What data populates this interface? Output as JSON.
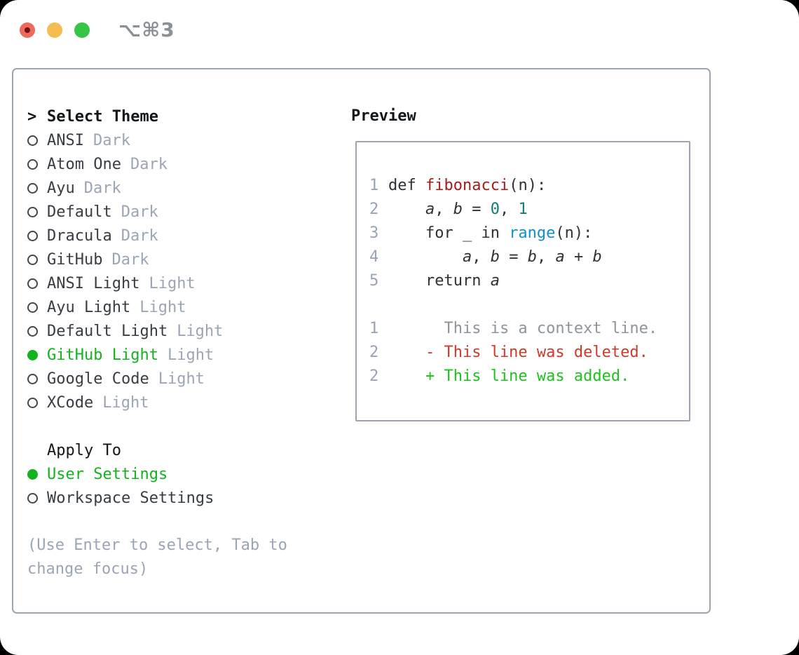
{
  "window": {
    "shortcut_title": "⌥⌘3",
    "traffic_lights": [
      "close",
      "minimize",
      "zoom"
    ]
  },
  "theme_picker": {
    "prompt": ">",
    "title": "Select Theme",
    "themes": [
      {
        "name": "ANSI",
        "variant": "Dark",
        "selected": false
      },
      {
        "name": "Atom One",
        "variant": "Dark",
        "selected": false
      },
      {
        "name": "Ayu",
        "variant": "Dark",
        "selected": false
      },
      {
        "name": "Default",
        "variant": "Dark",
        "selected": false
      },
      {
        "name": "Dracula",
        "variant": "Dark",
        "selected": false
      },
      {
        "name": "GitHub",
        "variant": "Dark",
        "selected": false
      },
      {
        "name": "ANSI Light",
        "variant": "Light",
        "selected": false
      },
      {
        "name": "Ayu Light",
        "variant": "Light",
        "selected": false
      },
      {
        "name": "Default Light",
        "variant": "Light",
        "selected": false
      },
      {
        "name": "GitHub Light",
        "variant": "Light",
        "selected": true
      },
      {
        "name": "Google Code",
        "variant": "Light",
        "selected": false
      },
      {
        "name": "XCode",
        "variant": "Light",
        "selected": false
      }
    ],
    "apply_to": {
      "title": "Apply To",
      "options": [
        {
          "label": "User Settings",
          "selected": true
        },
        {
          "label": "Workspace Settings",
          "selected": false
        }
      ]
    },
    "hint": "(Use Enter to select, Tab to change focus)"
  },
  "preview": {
    "title": "Preview",
    "lines": [
      {
        "no": "1",
        "segments": [
          {
            "text": "def ",
            "style": "code"
          },
          {
            "text": "fibonacci",
            "style": "function"
          },
          {
            "text": "(n):",
            "style": "code"
          }
        ]
      },
      {
        "no": "2",
        "segments": [
          {
            "text": "    ",
            "style": "code"
          },
          {
            "text": "a",
            "style": "variable"
          },
          {
            "text": ", ",
            "style": "code"
          },
          {
            "text": "b",
            "style": "variable"
          },
          {
            "text": " = ",
            "style": "code"
          },
          {
            "text": "0",
            "style": "number"
          },
          {
            "text": ", ",
            "style": "code"
          },
          {
            "text": "1",
            "style": "number"
          }
        ]
      },
      {
        "no": "3",
        "segments": [
          {
            "text": "    for _ in ",
            "style": "code"
          },
          {
            "text": "range",
            "style": "builtin"
          },
          {
            "text": "(n):",
            "style": "code"
          }
        ]
      },
      {
        "no": "4",
        "segments": [
          {
            "text": "        ",
            "style": "code"
          },
          {
            "text": "a",
            "style": "variable"
          },
          {
            "text": ", ",
            "style": "code"
          },
          {
            "text": "b",
            "style": "variable"
          },
          {
            "text": " = ",
            "style": "code"
          },
          {
            "text": "b",
            "style": "variable"
          },
          {
            "text": ", ",
            "style": "code"
          },
          {
            "text": "a",
            "style": "variable"
          },
          {
            "text": " + ",
            "style": "code"
          },
          {
            "text": "b",
            "style": "variable"
          }
        ]
      },
      {
        "no": "5",
        "segments": [
          {
            "text": "    return ",
            "style": "code"
          },
          {
            "text": "a",
            "style": "variable"
          }
        ]
      },
      {
        "no": "",
        "segments": []
      },
      {
        "no": "1",
        "segments": [
          {
            "text": "      This is a context line.",
            "style": "context"
          }
        ]
      },
      {
        "no": "2",
        "segments": [
          {
            "text": "    - This line was deleted.",
            "style": "deleted"
          }
        ]
      },
      {
        "no": "2",
        "segments": [
          {
            "text": "    + This line was added.",
            "style": "added"
          }
        ]
      }
    ]
  },
  "colors": {
    "accent_selected_green": "#14b31e",
    "diff_added_green": "#1cc31c",
    "diff_removed_red": "#cc3a29",
    "syntax_function_red": "#a61c1c",
    "syntax_number_teal": "#0c7f73",
    "syntax_builtin_blue": "#1090cf",
    "muted_gray": "#9ba5b5",
    "border_gray": "#9ca5b0",
    "traffic_close": "#ee6a5f",
    "traffic_minimize": "#f5bd4f",
    "traffic_zoom": "#35c647"
  }
}
